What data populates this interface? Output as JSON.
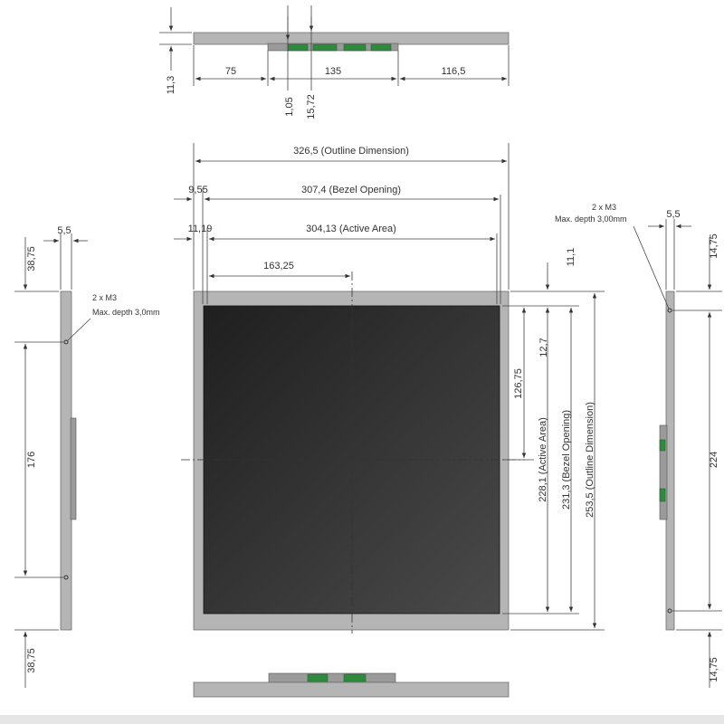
{
  "colors": {
    "frame": "#b5b5b5",
    "frame_edge": "#6f6f6f",
    "screen_dark": "#1f1f1f",
    "screen_light": "#4a4a4a",
    "pcb": "#2e8b3e",
    "line": "#444444"
  },
  "top_view": {
    "d_left": "75",
    "d_mid": "135",
    "d_right": "116,5",
    "d_thick": "11,3",
    "d_a": "1,05",
    "d_b": "15,72"
  },
  "front_view": {
    "outline_w": "326,5 (Outline Dimension)",
    "bezel_margin": "9,55",
    "bezel_w": "307,4 (Bezel Opening)",
    "active_margin": "11,19",
    "active_w": "304,13 (Active Area)",
    "center_x": "163,25",
    "top_margin": "11,1",
    "active_top": "12,7",
    "center_y": "126,75",
    "active_h": "228,1 (Active Area)",
    "bezel_h": "231,3 (Bezel Opening)",
    "outline_h": "253,5 (Outline Dimension)"
  },
  "left_view": {
    "w": "5,5",
    "top": "38,75",
    "mid": "176",
    "bottom": "38,75",
    "note1": "2 x M3",
    "note2": "Max. depth 3,0mm"
  },
  "right_view": {
    "w": "5,5",
    "top": "14,75",
    "mid": "224",
    "bottom": "14,75",
    "note1": "2 x M3",
    "note2": "Max. depth 3,00mm"
  }
}
